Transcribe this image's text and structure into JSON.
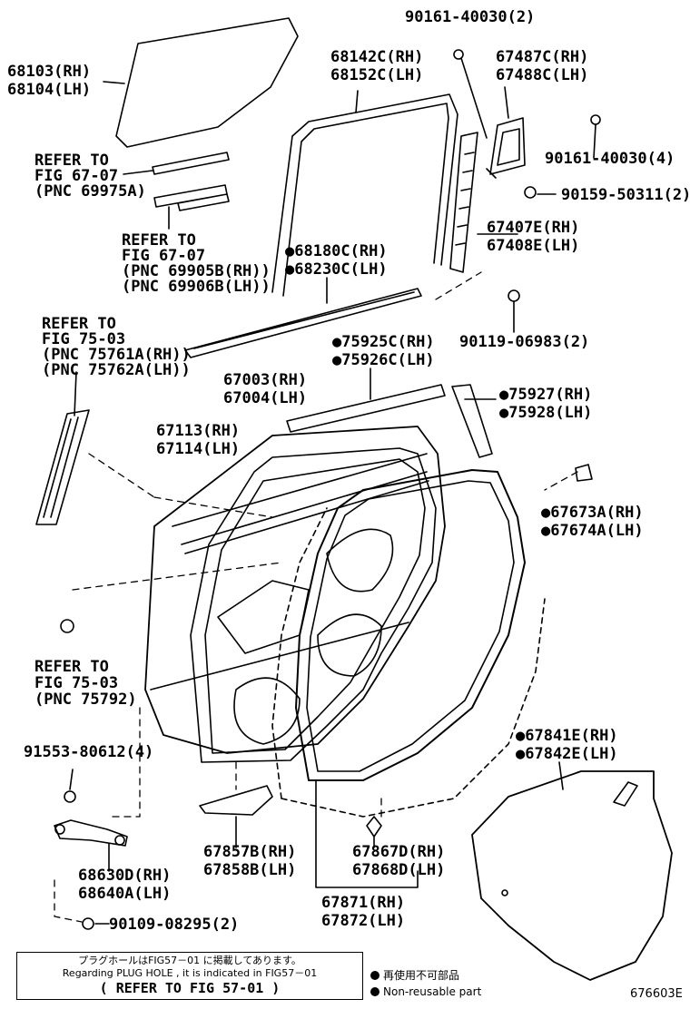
{
  "labels": {
    "p90161_2": "90161-40030(2)",
    "p68103": "68103(RH)",
    "p68104": "68104(LH)",
    "p68142": "68142C(RH)",
    "p68152": "68152C(LH)",
    "p67487": "67487C(RH)",
    "p67488": "67488C(LH)",
    "p90161_4": "90161-40030(4)",
    "p90159": "90159-50311(2)",
    "ref1a": "REFER TO",
    "ref1b": "FIG 67-07",
    "ref1c": "(PNC 69975A)",
    "ref2a": "REFER TO",
    "ref2b": "FIG 67-07",
    "ref2c": "(PNC 69905B(RH))",
    "ref2d": "(PNC 69906B(LH))",
    "p67407": "67407E(RH)",
    "p67408": "67408E(LH)",
    "p68180": "●68180C(RH)",
    "p68230": "●68230C(LH)",
    "ref3a": "REFER TO",
    "ref3b": "FIG 75-03",
    "ref3c": "(PNC 75761A(RH))",
    "ref3d": "(PNC 75762A(LH))",
    "p90119": "90119-06983(2)",
    "p75925": "●75925C(RH)",
    "p75926": "●75926C(LH)",
    "p67003": "67003(RH)",
    "p67004": "67004(LH)",
    "p75927": "●75927(RH)",
    "p75928": "●75928(LH)",
    "p67113": "67113(RH)",
    "p67114": "67114(LH)",
    "p67673": "●67673A(RH)",
    "p67674": "●67674A(LH)",
    "ref4a": "REFER TO",
    "ref4b": "FIG 75-03",
    "ref4c": "(PNC 75792)",
    "p91553": "91553-80612(4)",
    "p67841": "●67841E(RH)",
    "p67842": "●67842E(LH)",
    "p68630": "68630D(RH)",
    "p68640": "68640A(LH)",
    "p67857": "67857B(RH)",
    "p67858": "67858B(LH)",
    "p67867": "67867D(RH)",
    "p67868": "67868D(LH)",
    "p67871": "67871(RH)",
    "p67872": "67872(LH)",
    "p90109": "90109-08295(2)"
  },
  "note": {
    "line1": "プラグホールはFIG57－01 に掲載してあります。",
    "line2": "Regarding PLUG HOLE , it is indicated in FIG57－01",
    "line3": "( REFER TO FIG 57-01 )"
  },
  "legend": {
    "jp": "再使用不可部品",
    "en": "Non-reusable part"
  },
  "figure_code": "676603E"
}
